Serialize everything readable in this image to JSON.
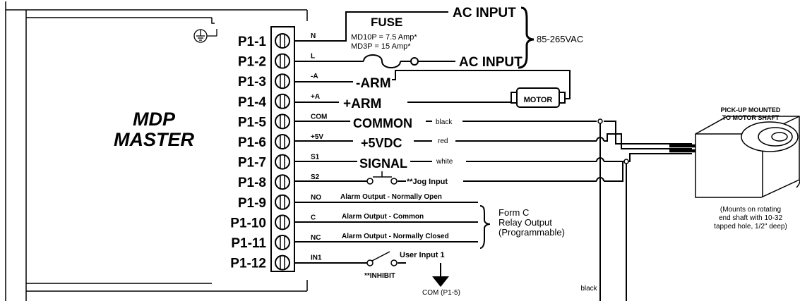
{
  "controller": {
    "title_line1": "MDP",
    "title_line2": "MASTER"
  },
  "pins": [
    {
      "label": "P1-1",
      "signal": "N"
    },
    {
      "label": "P1-2",
      "signal": "L"
    },
    {
      "label": "P1-3",
      "signal": "-A"
    },
    {
      "label": "P1-4",
      "signal": "+A"
    },
    {
      "label": "P1-5",
      "signal": "COM"
    },
    {
      "label": "P1-6",
      "signal": "+5V"
    },
    {
      "label": "P1-7",
      "signal": "S1"
    },
    {
      "label": "P1-8",
      "signal": "S2"
    },
    {
      "label": "P1-9",
      "signal": "NO"
    },
    {
      "label": "P1-10",
      "signal": "C"
    },
    {
      "label": "P1-11",
      "signal": "NC"
    },
    {
      "label": "P1-12",
      "signal": "IN1"
    }
  ],
  "power": {
    "fuse_title": "FUSE",
    "fuse_md10p": "MD10P = 7.5 Amp*",
    "fuse_md3p": "MD3P = 15 Amp*",
    "ac_input_top": "AC INPUT",
    "ac_input_bottom": "AC INPUT",
    "voltage_range": "85-265VAC"
  },
  "armature": {
    "minus_arm": "-ARM",
    "plus_arm": "+ARM",
    "motor": "MOTOR"
  },
  "pickup_wiring": {
    "common": "COMMON",
    "common_wire": "black",
    "plus5": "+5VDC",
    "plus5_wire": "red",
    "signal": "SIGNAL",
    "signal_wire": "white",
    "jog": "**Jog Input",
    "bottom_wire": "black"
  },
  "alarm": {
    "no": "Alarm Output - Normally Open",
    "c": "Alarm Output - Common",
    "nc": "Alarm Output - Normally Closed",
    "form_c_1": "Form C",
    "form_c_2": "Relay Output",
    "form_c_3": "(Programmable)"
  },
  "user_input": {
    "label": "User Input 1",
    "inhibit": "**INHIBIT",
    "com": "COM (P1-5)"
  },
  "pickup": {
    "title_1": "PICK-UP MOUNTED",
    "title_2": "TO MOTOR SHAFT",
    "note_1": "(Mounts on rotating",
    "note_2": "end shaft with 10-32",
    "note_3": "tapped hole, 1/2\" deep)"
  }
}
